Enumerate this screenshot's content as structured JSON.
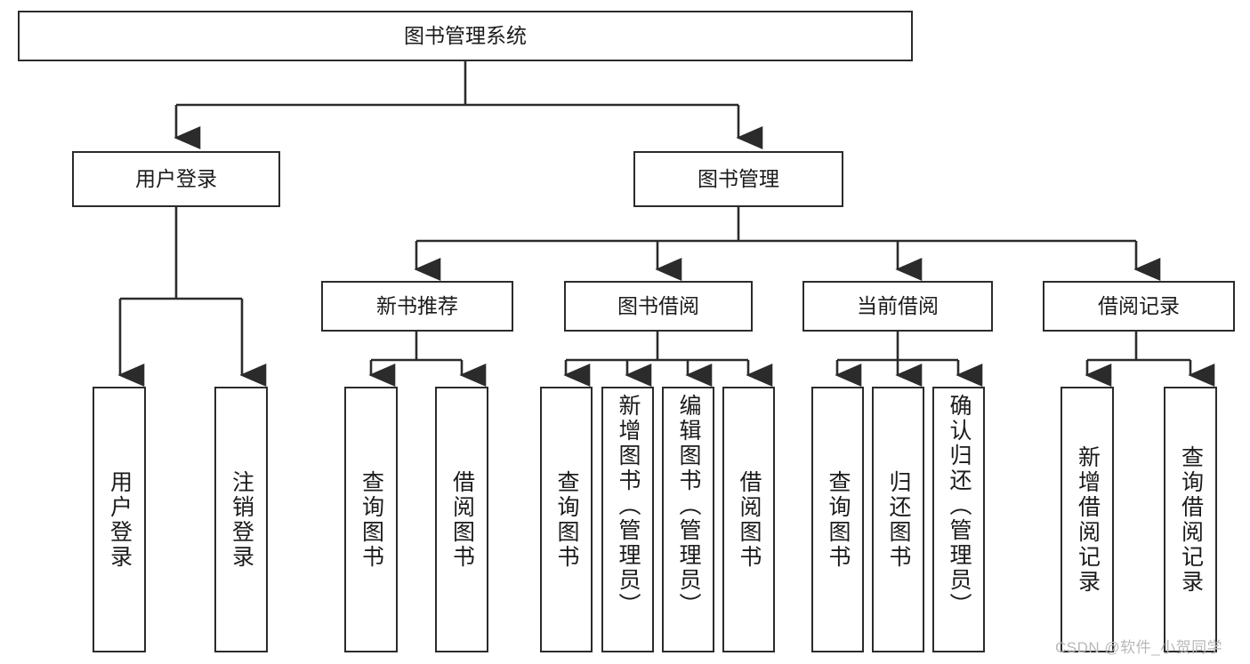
{
  "diagram": {
    "type": "hierarchy-tree",
    "title": "图书管理系统",
    "orientation": "top-down",
    "levels": 4,
    "root": {
      "id": "root",
      "label": "图书管理系统"
    },
    "level2": [
      {
        "id": "user-login",
        "label": "用户登录"
      },
      {
        "id": "book-manage",
        "label": "图书管理"
      }
    ],
    "level3": [
      {
        "id": "new-book-rec",
        "label": "新书推荐",
        "parent": "book-manage"
      },
      {
        "id": "book-borrow",
        "label": "图书借阅",
        "parent": "book-manage"
      },
      {
        "id": "current-borrow",
        "label": "当前借阅",
        "parent": "book-manage"
      },
      {
        "id": "borrow-record",
        "label": "借阅记录",
        "parent": "book-manage"
      }
    ],
    "leaves": {
      "user-login": [
        {
          "id": "leaf-user-login",
          "label": "用户登录"
        },
        {
          "id": "leaf-logout",
          "label": "注销登录"
        }
      ],
      "new-book-rec": [
        {
          "id": "leaf-query-book-1",
          "label": "查询图书"
        },
        {
          "id": "leaf-borrow-book-1",
          "label": "借阅图书"
        }
      ],
      "book-borrow": [
        {
          "id": "leaf-query-book-2",
          "label": "查询图书"
        },
        {
          "id": "leaf-add-book",
          "label": "新增图书（管理员）"
        },
        {
          "id": "leaf-edit-book",
          "label": "编辑图书（管理员）"
        },
        {
          "id": "leaf-borrow-book-2",
          "label": "借阅图书"
        }
      ],
      "current-borrow": [
        {
          "id": "leaf-query-book-3",
          "label": "查询图书"
        },
        {
          "id": "leaf-return-book",
          "label": "归还图书"
        },
        {
          "id": "leaf-confirm-return",
          "label": "确认归还（管理员）"
        }
      ],
      "borrow-record": [
        {
          "id": "leaf-add-record",
          "label": "新增借阅记录"
        },
        {
          "id": "leaf-query-record",
          "label": "查询借阅记录"
        }
      ]
    },
    "colors": {
      "background": "#ffffff",
      "box_border": "#2b2b2b",
      "box_fill": "#ffffff",
      "text": "#1b1b1b",
      "edge": "#2b2b2b",
      "watermark": "#b9b9b9"
    }
  },
  "watermark": {
    "text": "CSDN @软件_小贺同学"
  }
}
